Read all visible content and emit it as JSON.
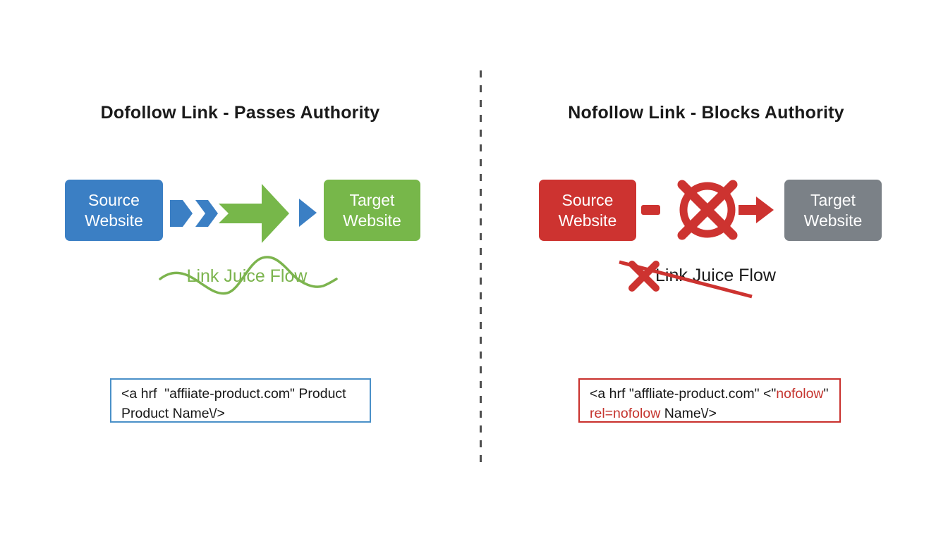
{
  "colors": {
    "blue": "#3b7fc4",
    "green": "#77b74a",
    "green-text": "#7cb44e",
    "red": "#cd3330",
    "gray": "#7b8187",
    "divider": "#4f4f4f",
    "code-red": "#c5342e",
    "code-border-blue": "#4a90c8",
    "code-border-red": "#c9302c"
  },
  "left_panel": {
    "title": "Dofollow Link - Passes Authority",
    "source_box_label": "Source\nWebsite",
    "target_box_label": "Target\nWebsite",
    "flow_label": "Link Juice Flow",
    "code_line1": "<a hrf  \"affiiate-product.com\" Product",
    "code_line2": "Product Name\\/>"
  },
  "right_panel": {
    "title": "Nofollow Link - Blocks Authority",
    "source_box_label": "Source\nWebsite",
    "target_box_label": "Target\nWebsite",
    "flow_label": "Link Juice Flow",
    "code_line1_pre": "<a hrf \"affliate-product.com\" <\"",
    "code_line1_red": "nofolow",
    "code_line1_post": "\"",
    "code_line2_red": "rel=nofolow",
    "code_line2_post": " Name\\/>"
  }
}
